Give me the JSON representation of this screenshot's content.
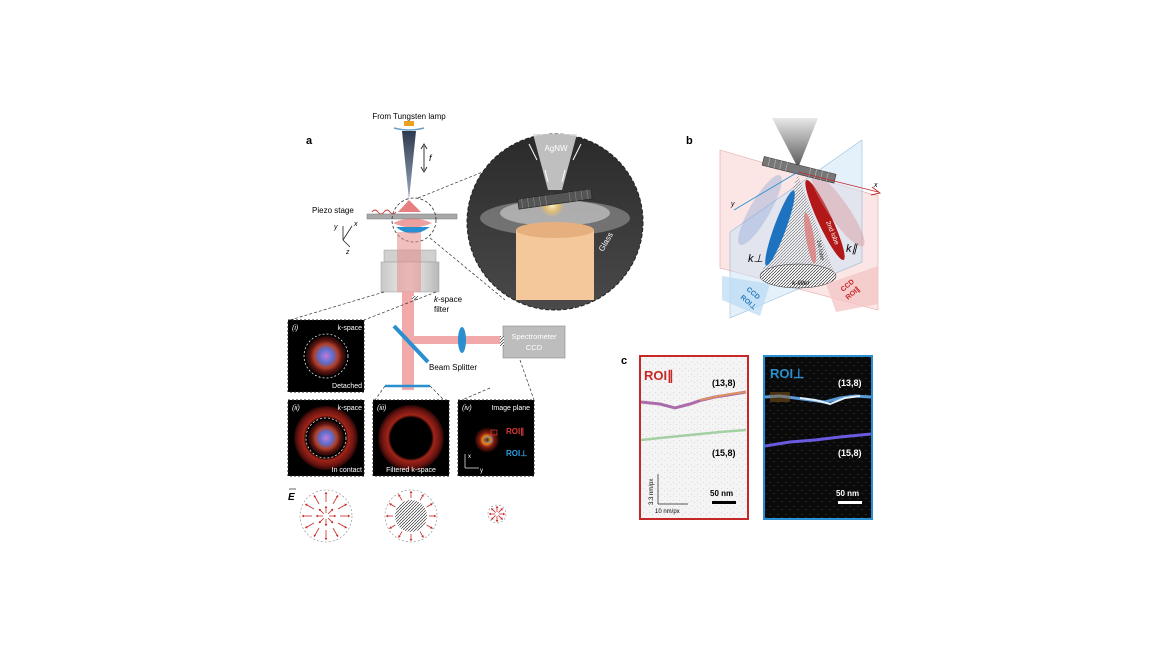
{
  "panel_a": {
    "letter": "a",
    "lamp_label": "From Tungsten lamp",
    "focus_label": "f",
    "stage_label": "Piezo stage",
    "axis_y": "y",
    "axis_x": "x",
    "axis_z": "z",
    "inset_wire": "AgNW",
    "inset_glass": "Glass",
    "kfilter_label_k": "k",
    "kfilter_label_rest": "-space",
    "kfilter_label_line2": "filter",
    "beamsplitter": "Beam Splitter",
    "spectrometer_1": "Spectrometer",
    "spectrometer_2": "CCD",
    "sub_i": "(i)",
    "sub_i_title": "k-space",
    "sub_i_caption": "Detached",
    "sub_ii": "(ii)",
    "sub_ii_title": "k-space",
    "sub_ii_caption": "In contact",
    "sub_iii": "(iii)",
    "sub_iii_caption": "Filtered k-space",
    "sub_iv": "(iv)",
    "sub_iv_title": "Image plane",
    "sub_iv_roi_par": "ROI∥",
    "sub_iv_roi_perp": "ROI⊥",
    "sub_iv_ax_x": "x",
    "sub_iv_ax_y": "y",
    "field_symbol": "E"
  },
  "panel_b": {
    "letter": "b",
    "axis_x": "x",
    "axis_y": "y",
    "k_perp": "k⊥",
    "k_par": "k∥",
    "lobe_2nd": "2nd lobe",
    "lobe_1st": "1st lobe",
    "kfilter": "k-filter",
    "ccd_perp_1": "CCD",
    "ccd_perp_2": "ROI⊥",
    "ccd_par_1": "CCD",
    "ccd_par_2": "ROI∥"
  },
  "panel_c": {
    "letter": "c",
    "left_title": "ROI∥",
    "left_mode_top": "(13,8)",
    "left_mode_bottom": "(15,8)",
    "left_scale": "50 nm",
    "left_y_px": "3.3 nm/px",
    "left_x_px": "10 nm/px",
    "right_title": "ROI⊥",
    "right_mode_top": "(13,8)",
    "right_mode_bottom": "(15,8)",
    "right_scale": "50 nm"
  },
  "colors": {
    "red_accent": "#c62828",
    "blue_accent": "#2a8fd0",
    "beam_pink": "#f2a9a9"
  }
}
